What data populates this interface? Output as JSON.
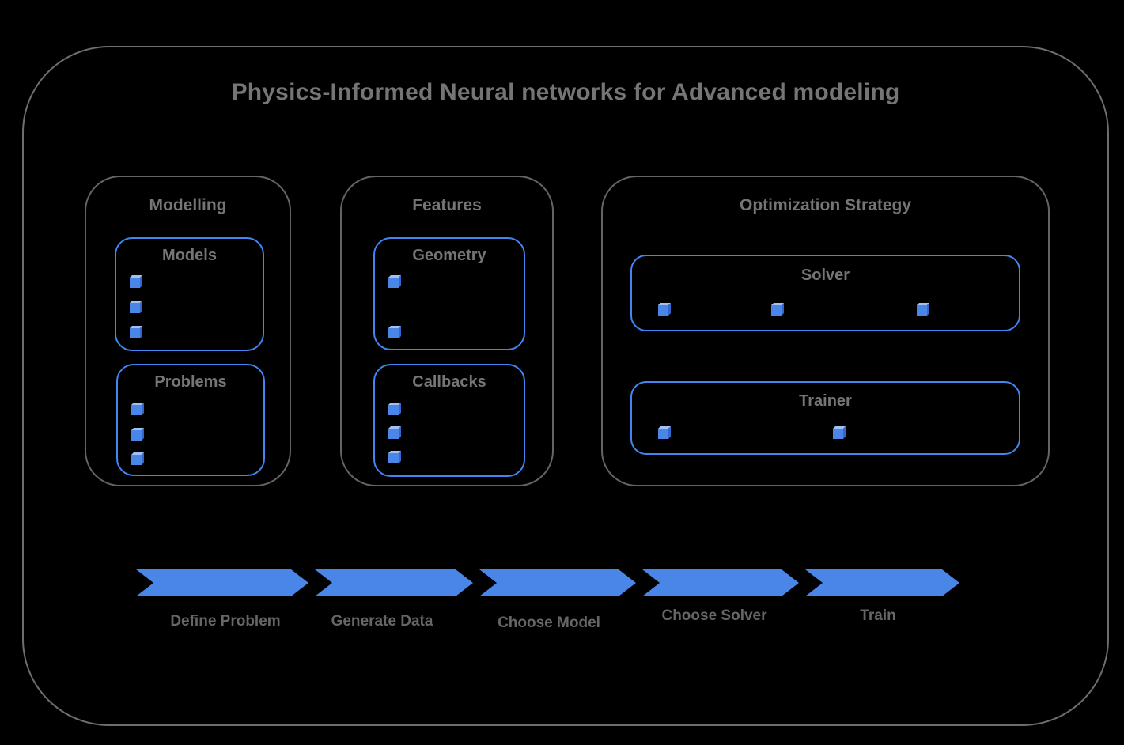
{
  "title": "Physics-Informed Neural networks for Advanced modeling",
  "groups": [
    {
      "label": "Modelling",
      "boxes": [
        {
          "label": "Models",
          "bullets": 3
        },
        {
          "label": "Problems",
          "bullets": 3
        }
      ]
    },
    {
      "label": "Features",
      "boxes": [
        {
          "label": "Geometry",
          "bullets": 2
        },
        {
          "label": "Callbacks",
          "bullets": 3
        }
      ]
    },
    {
      "label": "Optimization Strategy",
      "boxes": [
        {
          "label": "Solver",
          "bullets": 3
        },
        {
          "label": "Trainer",
          "bullets": 2
        }
      ]
    }
  ],
  "flow_steps": [
    "Define Problem",
    "Generate Data",
    "Choose Model",
    "Choose Solver",
    "Train"
  ],
  "colors": {
    "background": "#000000",
    "frame-gray": "#6e6e6e",
    "group-gray": "#646464",
    "title-gray": "#757575",
    "label-gray": "#666666",
    "accent-blue": "#4285f4",
    "ribbon-blue": "#4a86e8",
    "cube-top": "#a2c0f4",
    "cube-side": "#3568cc"
  }
}
